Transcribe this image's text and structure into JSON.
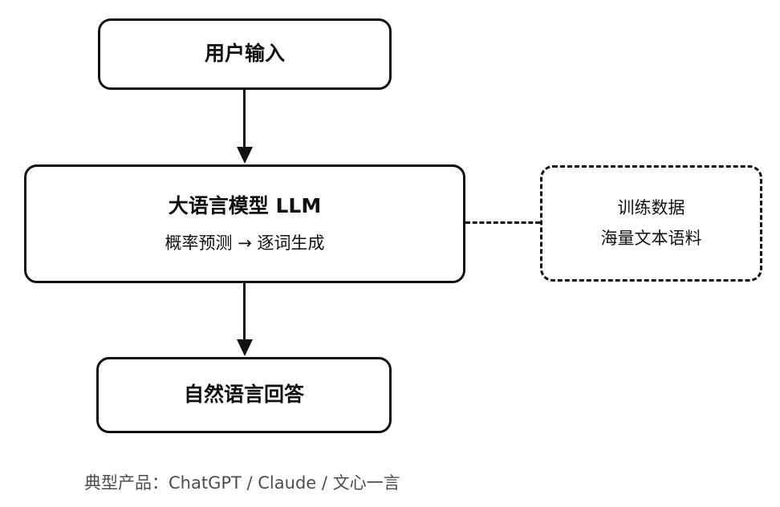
{
  "diagram": {
    "nodes": {
      "user_input": {
        "label": "用户输入"
      },
      "llm": {
        "title": "大语言模型 LLM",
        "subtitle": "概率预测 → 逐词生成"
      },
      "training_data": {
        "line1": "训练数据",
        "line2": "海量文本语料"
      },
      "answer": {
        "label": "自然语言回答"
      }
    },
    "connectors": {
      "user_to_llm": "arrow-down",
      "llm_to_answer": "arrow-down",
      "llm_to_training": "dashed-line"
    },
    "caption": "典型产品：ChatGPT / Claude / 文心一言",
    "colors": {
      "stroke": "#111111",
      "text": "#111111",
      "caption_text": "#4d4d4d",
      "background": "#ffffff"
    }
  }
}
